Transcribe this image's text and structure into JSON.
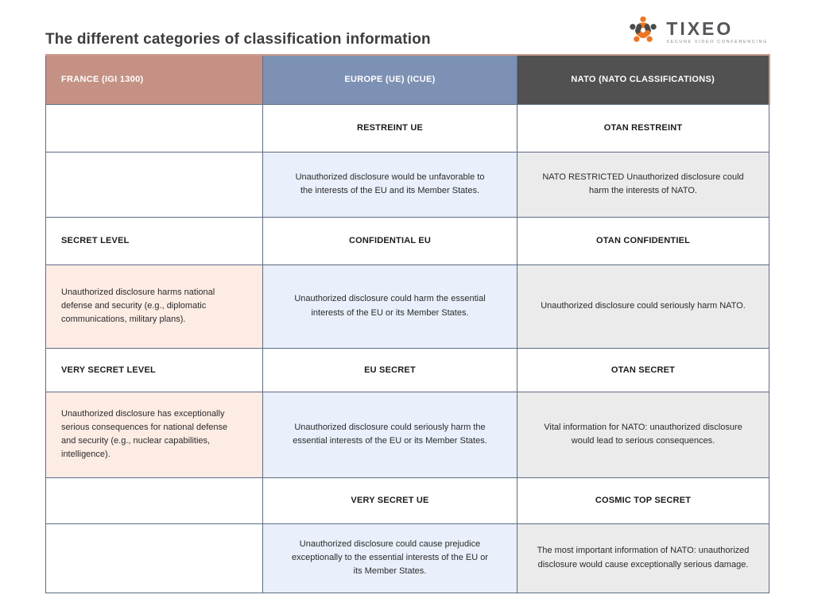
{
  "page": {
    "title": "The different categories of classification information"
  },
  "logo": {
    "name": "TIXEO",
    "tagline": "SECURE VIDEO CONFERENCING",
    "icon": "people-around-table-icon",
    "colors": {
      "orange": "#ee7623",
      "dark": "#4a4a4a"
    }
  },
  "colors": {
    "france_header_bg": "#c49184",
    "europe_header_bg": "#7d91b4",
    "nato_header_bg": "#515151",
    "france_cell_bg": "#fdece4",
    "europe_cell_bg": "#e9effb",
    "nato_cell_bg": "#ebebeb",
    "table_border": "#5e6c84",
    "header_accent_border": "#cf9e8e"
  },
  "table": {
    "columns": [
      {
        "key": "france",
        "label": "FRANCE (IGI 1300)"
      },
      {
        "key": "europe",
        "label": "EUROPE (UE) (ICUE)"
      },
      {
        "key": "nato",
        "label": "NATO (NATO CLASSIFICATIONS)"
      }
    ],
    "rows": [
      {
        "type": "level",
        "cells": [
          "",
          "RESTREINT UE",
          "OTAN RESTREINT"
        ]
      },
      {
        "type": "description",
        "cells": [
          "",
          "Unauthorized disclosure would be unfavorable to the interests of the EU and its Member States.",
          "NATO RESTRICTED Unauthorized disclosure could harm the interests of NATO."
        ]
      },
      {
        "type": "level",
        "cells": [
          "SECRET LEVEL",
          "CONFIDENTIAL EU",
          "OTAN CONFIDENTIEL"
        ]
      },
      {
        "type": "description",
        "cells": [
          "Unauthorized disclosure harms national defense and security (e.g., diplomatic communications, military plans).",
          "Unauthorized disclosure could harm the essential interests of the EU or its Member States.",
          "Unauthorized disclosure could seriously harm NATO."
        ]
      },
      {
        "type": "level",
        "cells": [
          "VERY SECRET LEVEL",
          "EU SECRET",
          "OTAN SECRET"
        ]
      },
      {
        "type": "description",
        "cells": [
          "Unauthorized disclosure has exceptionally serious consequences for national defense and security (e.g., nuclear capabilities, intelligence).",
          "Unauthorized disclosure could seriously harm the essential interests of the EU or its Member States.",
          "Vital information for NATO: unauthorized disclosure would lead to serious consequences."
        ]
      },
      {
        "type": "level",
        "cells": [
          "",
          "VERY SECRET UE",
          "COSMIC TOP SECRET"
        ]
      },
      {
        "type": "description",
        "cells": [
          "",
          "Unauthorized disclosure could cause prejudice exceptionally to the essential interests of the EU or its Member States.",
          "The most important information of NATO: unauthorized disclosure would cause exceptionally serious damage."
        ]
      }
    ]
  }
}
